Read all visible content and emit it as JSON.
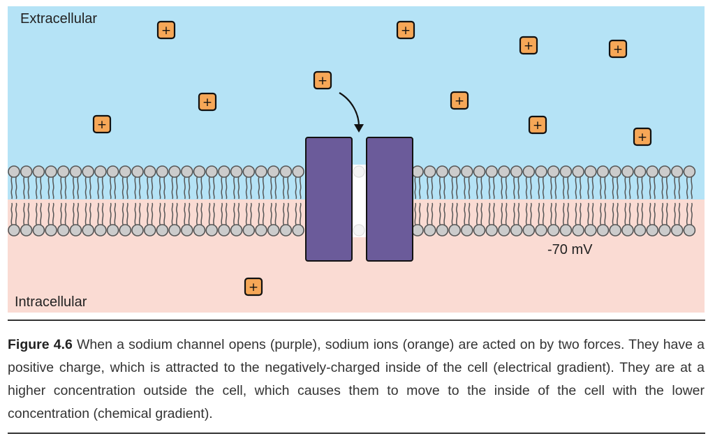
{
  "regions": {
    "extracellular_label": "Extracellular",
    "intracellular_label": "Intracellular",
    "voltage_label": "-70 mV"
  },
  "ion": {
    "symbol": "+",
    "name": "sodium ion"
  },
  "colors": {
    "extracellular": "#b5e3f6",
    "intracellular": "#fadbd3",
    "channel": "#6b5b9a",
    "ion_fill": "#f6a757",
    "lipid_head": "#cccccc"
  },
  "caption": {
    "figure_label": "Figure 4.6",
    "text": " When a sodium channel opens (purple), sodium ions (orange) are acted on by two forces. They have a positive charge, which is attracted to the negatively-charged inside of the cell (electrical gradient). They are at a higher concentration outside the cell, which causes them to move to the inside of the cell with the lower concentration (chemical gradient)."
  }
}
